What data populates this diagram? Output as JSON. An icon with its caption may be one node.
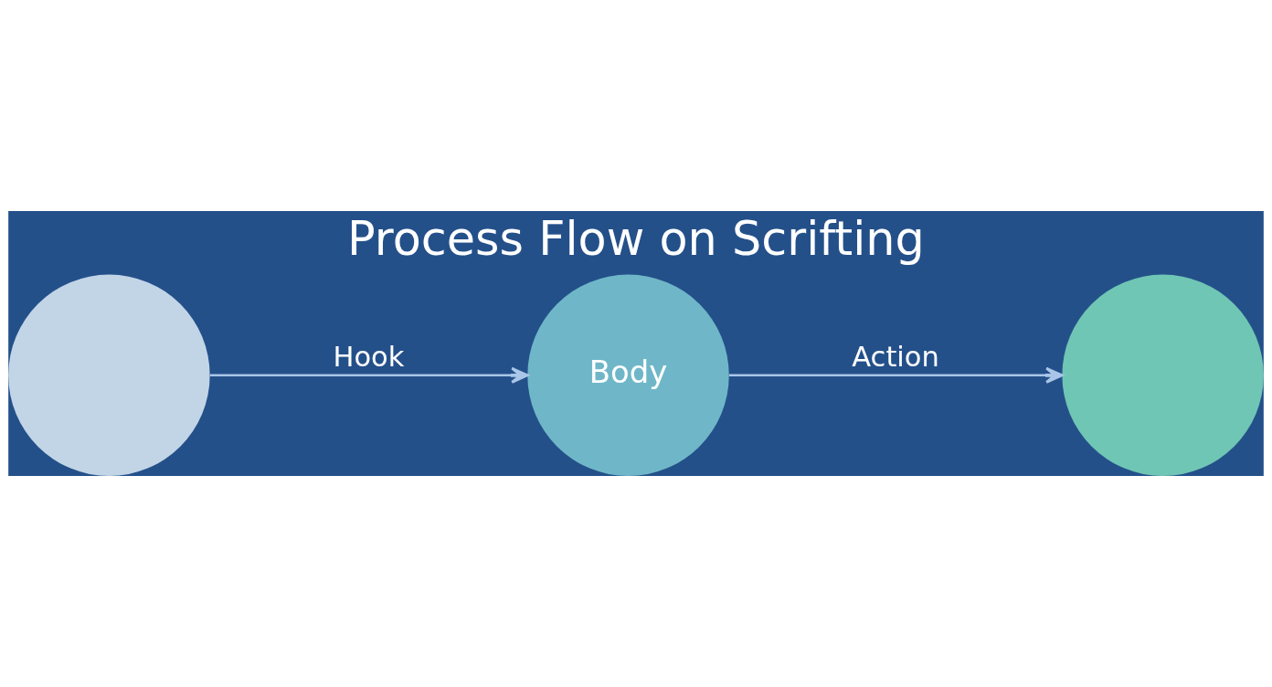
{
  "diagram": {
    "title": "Process Flow on Scrifting",
    "nodes": [
      {
        "text": [],
        "shape": "circle"
      },
      {
        "text": [
          "Body"
        ]
      },
      {
        "text": [],
        "shape": "circle"
      }
    ],
    "edges": [
      {
        "from": 0,
        "to": 1,
        "arrow": "to",
        "label": "Hook"
      },
      {
        "from": 1,
        "to": 2,
        "arrow": "to",
        "label": "Action"
      }
    ]
  }
}
